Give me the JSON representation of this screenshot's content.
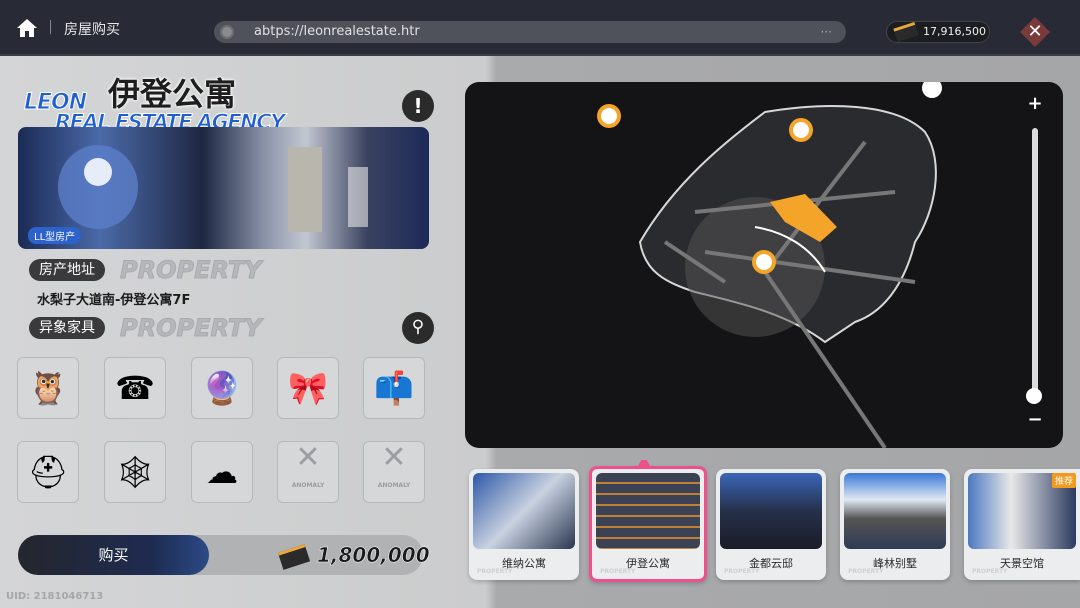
{
  "topbar": {
    "title": "房屋购买",
    "url": "abtps://leonrealestate.htr",
    "more": "···",
    "balance": "17,916,500"
  },
  "brand": {
    "line1": "LEON",
    "line2": "REAL ESTATE AGENCY"
  },
  "property": {
    "name": "伊登公寓",
    "tag": "LL型房产",
    "address_label": "房产地址",
    "address": "水梨子大道南-伊登公寓7F",
    "furniture_label": "异象家具",
    "watermark": "PROPERTY",
    "price": "1,800,000",
    "buy_label": "购买"
  },
  "furniture": [
    {
      "icon": "owl"
    },
    {
      "icon": "phone-booth"
    },
    {
      "icon": "crystal-ball"
    },
    {
      "icon": "bowtie-gloves"
    },
    {
      "icon": "mailbox"
    },
    {
      "icon": "helmet"
    },
    {
      "icon": "dreamcatcher"
    },
    {
      "icon": "cloud"
    },
    {
      "empty": "ANOMALY"
    },
    {
      "empty": "ANOMALY"
    }
  ],
  "uid": "UID: 2181046713",
  "map": {
    "zoom_in": "+",
    "zoom_out": "−",
    "zoom_level": 0.05
  },
  "listings": [
    {
      "name": "维纳公寓",
      "sub": "PROPERTY"
    },
    {
      "name": "伊登公寓",
      "sub": "PROPERTY",
      "selected": true
    },
    {
      "name": "金都云邸",
      "sub": "PROPERTY"
    },
    {
      "name": "峰林别墅",
      "sub": "PROPERTY"
    },
    {
      "name": "天景空馆",
      "sub": "PROPERTY",
      "badge": "推荐"
    }
  ]
}
